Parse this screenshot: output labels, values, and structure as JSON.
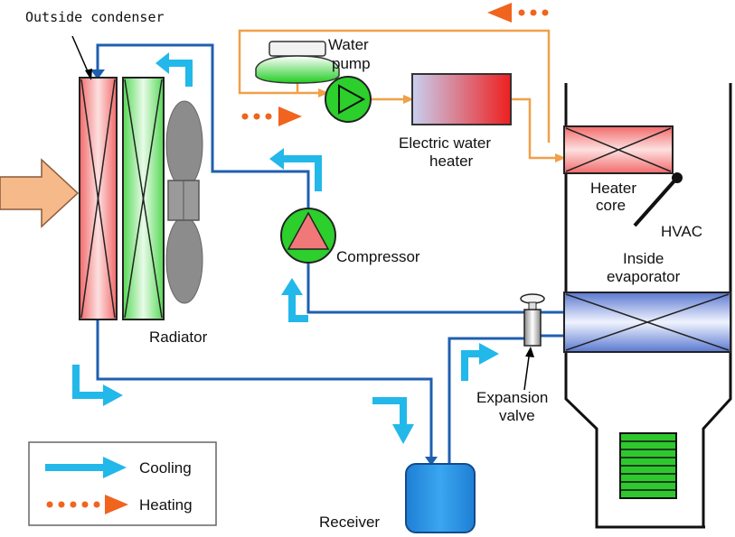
{
  "labels": {
    "outside_condenser": "Outside condenser",
    "water_pump_1": "Water",
    "water_pump_2": "pump",
    "electric_heater_1": "Electric water",
    "electric_heater_2": "heater",
    "heater_core_1": "Heater",
    "heater_core_2": "core",
    "hvac": "HVAC",
    "compressor": "Compressor",
    "inside_evap_1": "Inside",
    "inside_evap_2": "evaporator",
    "radiator": "Radiator",
    "expansion_valve_1": "Expansion",
    "expansion_valve_2": "valve",
    "receiver": "Receiver"
  },
  "legend": {
    "cooling": "Cooling",
    "heating": "Heating"
  },
  "colors": {
    "cooling_arrow": "#22b8ea",
    "heating_arrow": "#f0641e",
    "refrigerant_pipe": "#1f5fb0",
    "water_pipe": "#f0a048",
    "condenser": "#f28080",
    "radiator": "#7ee27e",
    "compressor": "#f07878",
    "pump": "#2ccf2c",
    "receiver": "#1e88d8",
    "evaporator": "#7090d8",
    "vent": "#2ec82e",
    "fan": "#8c8c8c",
    "intake_arrow": "#f5b98a"
  }
}
